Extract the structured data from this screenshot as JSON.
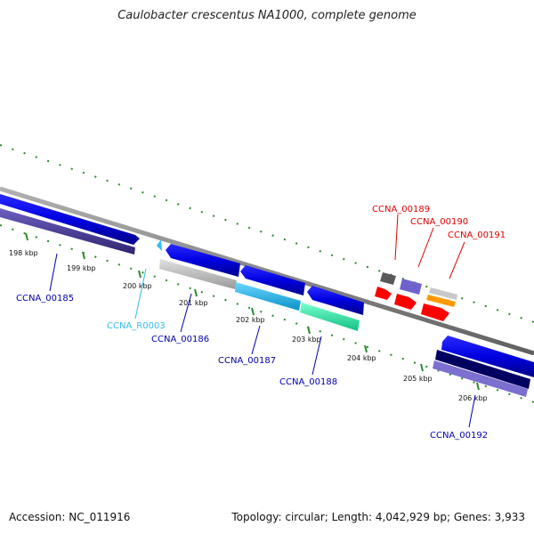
{
  "title": "Caulobacter crescentus NA1000, complete genome",
  "footer": {
    "accession": "Accession: NC_011916",
    "summary": "Topology: circular; Length: 4,042,929 bp; Genes: 3,933"
  },
  "ticks": [
    "198 kbp",
    "199 kbp",
    "200 kbp",
    "201 kbp",
    "202 kbp",
    "203 kbp",
    "204 kbp",
    "205 kbp",
    "206 kbp"
  ],
  "genes": {
    "ccna_00185": "CCNA_00185",
    "ccna_r0003": "CCNA_R0003",
    "ccna_00186": "CCNA_00186",
    "ccna_00187": "CCNA_00187",
    "ccna_00188": "CCNA_00188",
    "ccna_00189": "CCNA_00189",
    "ccna_00190": "CCNA_00190",
    "ccna_00191": "CCNA_00191",
    "ccna_00192": "CCNA_00192"
  },
  "colors": {
    "backbone": "#808080",
    "tick_green": "#2a8a2a",
    "cds_blue": "#0000e0",
    "cog_purple": "#4b3f9a",
    "cog_gray": "#c8c8c8",
    "cog_cyan": "#1ec0f0",
    "cog_teal": "#1ef0a0",
    "rna_label": "#33bbee",
    "red_label": "#dd0000",
    "orange": "#ff9900",
    "red": "#ff0000",
    "dark_gray": "#606060",
    "lavender": "#7b6fd0",
    "navy": "#000070"
  }
}
